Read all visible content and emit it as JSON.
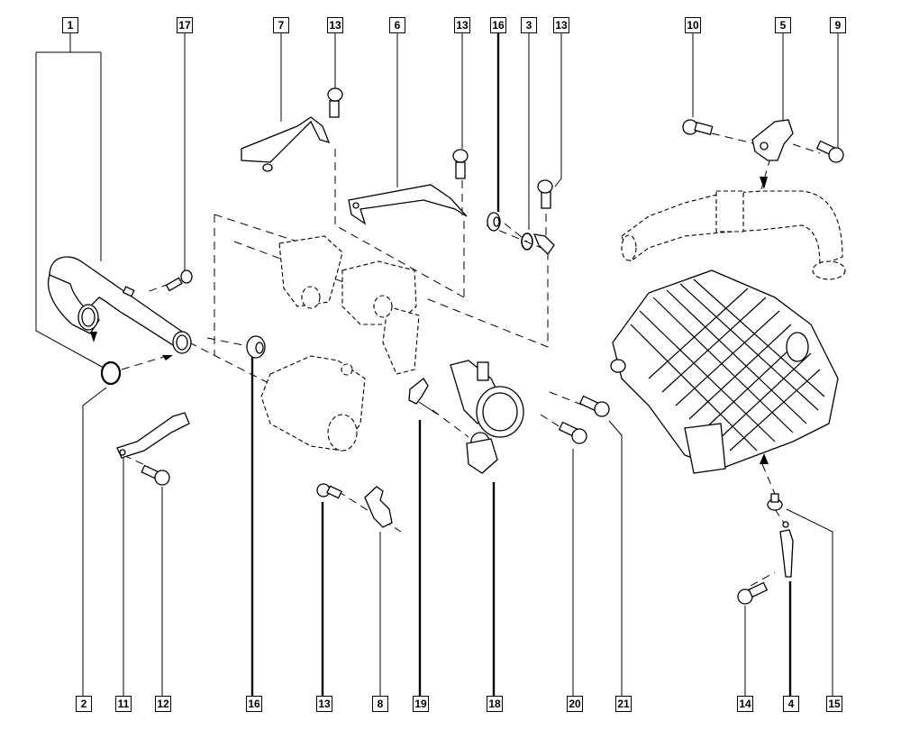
{
  "diagram": {
    "type": "exploded parts diagram",
    "subject": "intake air duct, throttle body and intake manifold assembly",
    "callouts_top": [
      "1",
      "17",
      "7",
      "13",
      "6",
      "13",
      "16",
      "3",
      "13",
      "10",
      "5",
      "9"
    ],
    "callouts_bottom": [
      "2",
      "11",
      "12",
      "16",
      "13",
      "8",
      "19",
      "18",
      "20",
      "21",
      "14",
      "4",
      "15"
    ]
  },
  "parts": {
    "p1": {
      "ref": "1"
    },
    "p2": {
      "ref": "2"
    },
    "p3": {
      "ref": "3"
    },
    "p4": {
      "ref": "4"
    },
    "p5": {
      "ref": "5"
    },
    "p6": {
      "ref": "6"
    },
    "p7": {
      "ref": "7"
    },
    "p8": {
      "ref": "8"
    },
    "p9": {
      "ref": "9"
    },
    "p10": {
      "ref": "10"
    },
    "p11": {
      "ref": "11"
    },
    "p12": {
      "ref": "12"
    },
    "p13": {
      "ref": "13"
    },
    "p14": {
      "ref": "14"
    },
    "p15": {
      "ref": "15"
    },
    "p16": {
      "ref": "16"
    },
    "p17": {
      "ref": "17"
    },
    "p18": {
      "ref": "18"
    },
    "p19": {
      "ref": "19"
    },
    "p20": {
      "ref": "20"
    },
    "p21": {
      "ref": "21"
    }
  }
}
